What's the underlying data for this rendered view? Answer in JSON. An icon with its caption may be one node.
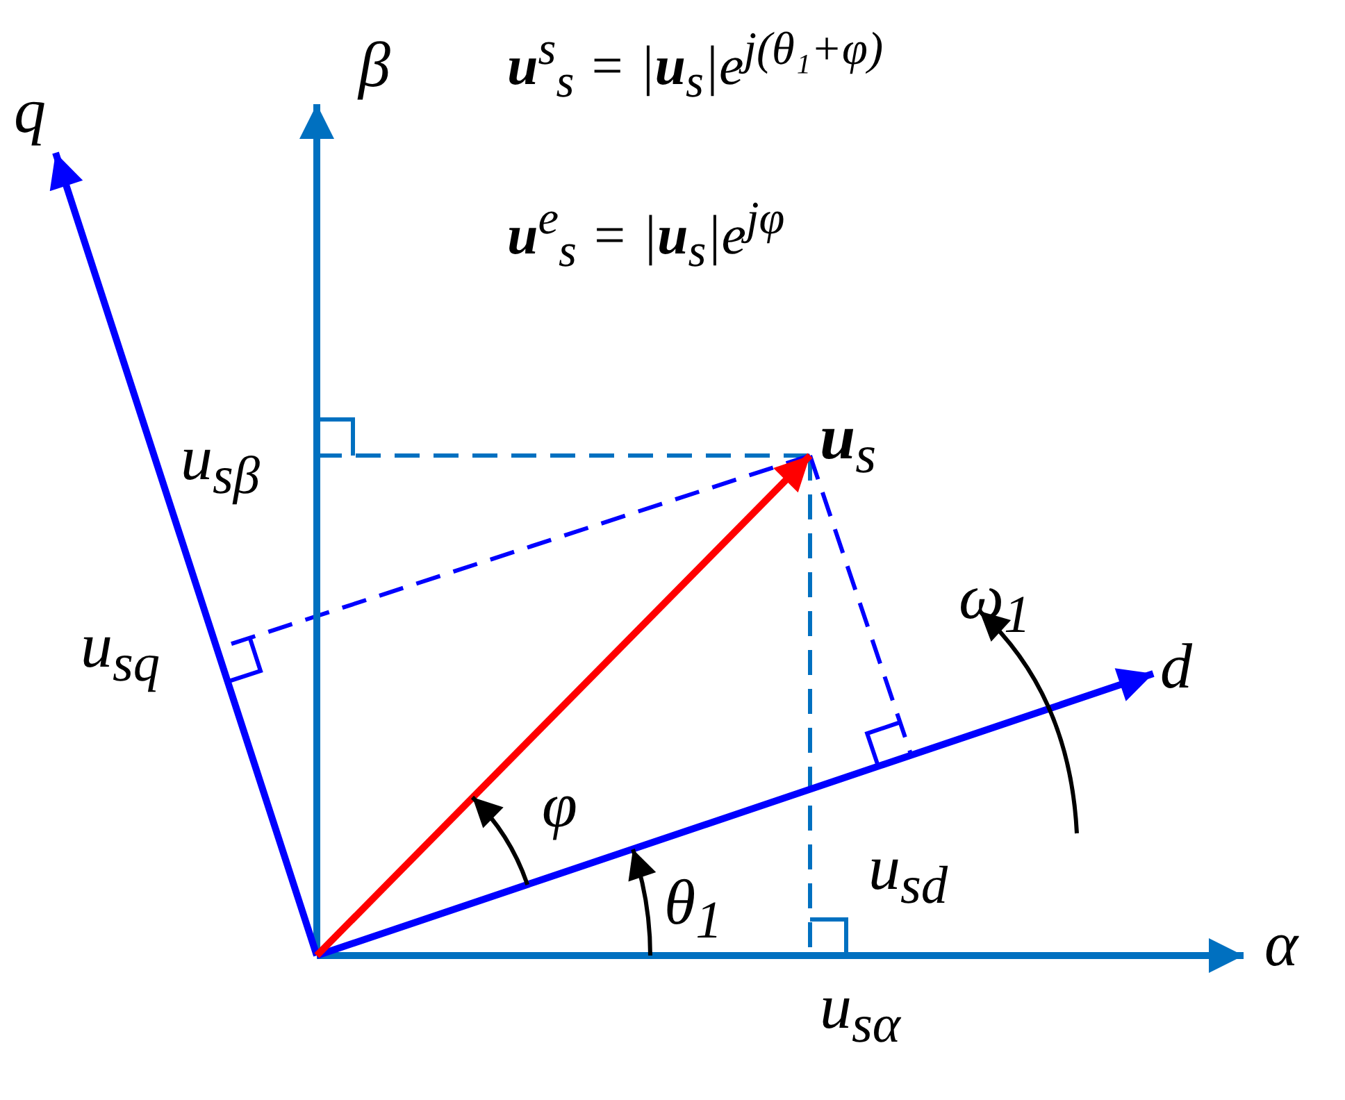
{
  "diagram": {
    "labels": [
      "**u**$^{s}$$_{s}$ = |**u**$_{s}$|e$^{j(θ₁+φ)}$",
      "**u**$^{e}$$_{s}$ = |**u**$_{s}$|e$^{jφ}$",
      "q",
      "β",
      "u$_{sβ}$",
      "**u**$_{s}$",
      "u$_{sq}$",
      "ω$_{1}$",
      "d",
      "φ",
      "u$_{sd}$",
      "θ$_{1}$",
      "α",
      "u$_{sα}$"
    ]
  }
}
